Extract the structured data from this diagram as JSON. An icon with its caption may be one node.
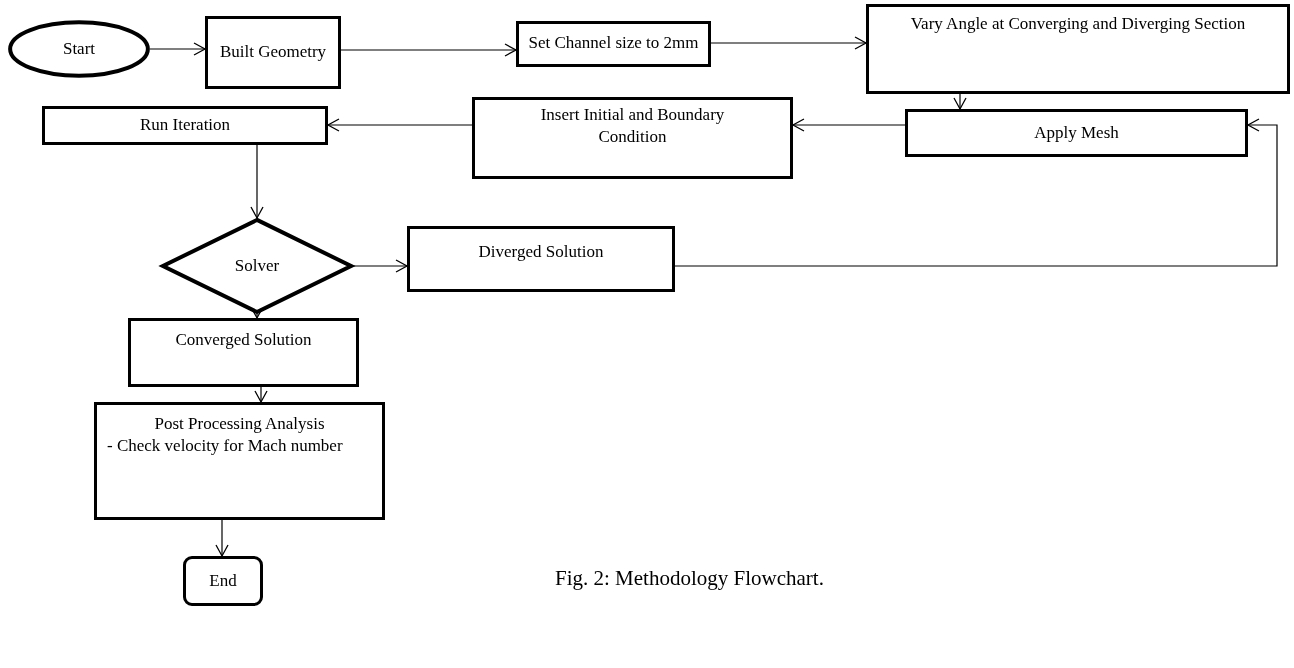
{
  "diagram": {
    "caption": "Fig. 2: Methodology Flowchart.",
    "nodes": [
      {
        "text": [
          "Start"
        ]
      },
      {
        "text": [
          "Built Geometry"
        ]
      },
      {
        "text": [
          "Set Channel size to 2mm"
        ]
      },
      {
        "text": [
          "Vary Angle at Converging and Diverging Section"
        ]
      },
      {
        "text": [
          "Apply Mesh"
        ]
      },
      {
        "text": [
          "Insert Initial and Boundary Condition"
        ]
      },
      {
        "text": [
          "Run Iteration"
        ]
      },
      {
        "text": [
          "Solver"
        ]
      },
      {
        "text": [
          "Diverged Solution"
        ]
      },
      {
        "text": [
          "Converged Solution"
        ]
      },
      {
        "text": [
          "Post Processing Analysis",
          "- Check velocity for Mach number"
        ]
      },
      {
        "text": [
          "End"
        ]
      }
    ],
    "edges": [
      {
        "from": 0,
        "to": 1,
        "arrow": "to"
      },
      {
        "from": 1,
        "to": 2,
        "arrow": "to"
      },
      {
        "from": 2,
        "to": 3,
        "arrow": "to"
      },
      {
        "from": 3,
        "to": 4,
        "arrow": "to"
      },
      {
        "from": 4,
        "to": 5,
        "arrow": "to"
      },
      {
        "from": 5,
        "to": 6,
        "arrow": "to"
      },
      {
        "from": 6,
        "to": 7,
        "arrow": "to"
      },
      {
        "from": 7,
        "to": 8,
        "arrow": "to"
      },
      {
        "from": 8,
        "to": 4,
        "arrow": "to"
      },
      {
        "from": 7,
        "to": 9,
        "arrow": "to"
      },
      {
        "from": 9,
        "to": 10,
        "arrow": "to"
      },
      {
        "from": 10,
        "to": 11,
        "arrow": "to"
      }
    ]
  }
}
